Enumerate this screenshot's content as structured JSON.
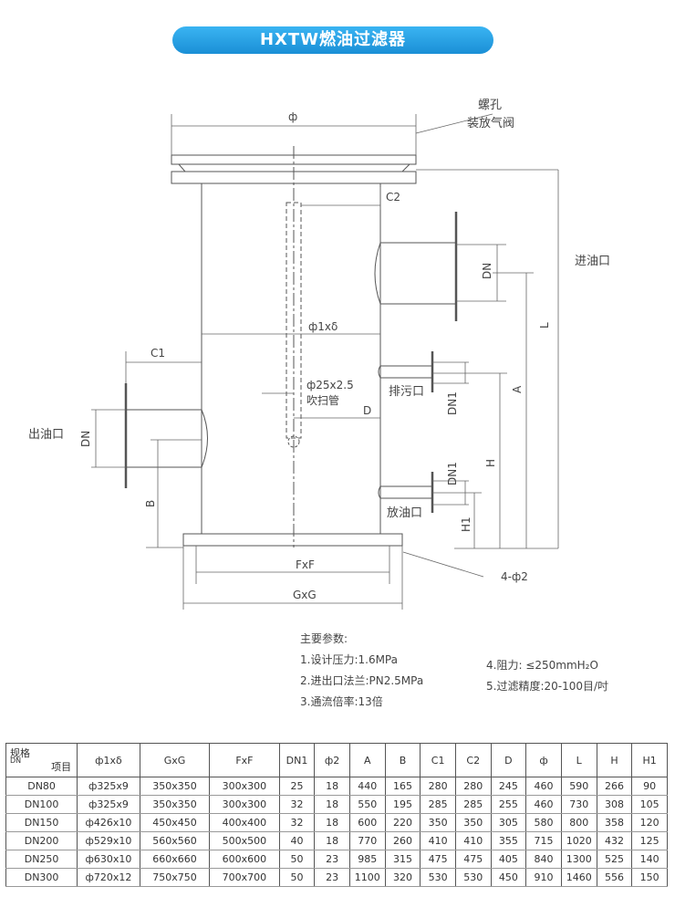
{
  "title": "HXTW燃油过滤器",
  "drawing_labels": {
    "phi": "ф",
    "screw_hole": "螺孔",
    "vent_valve": "装放气阀",
    "c2": "C2",
    "inlet": "进油口",
    "dn": "DN",
    "l": "L",
    "phi1_x_delta": "ф1xδ",
    "c1": "C1",
    "a": "A",
    "blow_pipe_size": "ф25x2.5",
    "blow_pipe": "吹扫管",
    "drain": "排污口",
    "dn1": "DN1",
    "outlet": "出油口",
    "d": "D",
    "h": "H",
    "b": "B",
    "oil_drain": "放油口",
    "h1": "H1",
    "bolt_holes": "4-ф2",
    "fxf": "FxF",
    "gxg": "GxG"
  },
  "params": {
    "heading": "主要参数:",
    "items_left": [
      "1.设计压力:1.6MPa",
      "2.进出口法兰:PN2.5MPa",
      "3.通流倍率:13倍"
    ],
    "items_right": [
      "4.阻力: ≤250mmH₂O",
      "5.过滤精度:20-100目/吋"
    ]
  },
  "table": {
    "corner": {
      "top": "规格",
      "sub": "DN",
      "bottom": "项目"
    },
    "headers": [
      "ф1xδ",
      "GxG",
      "FxF",
      "DN1",
      "ф2",
      "A",
      "B",
      "C1",
      "C2",
      "D",
      "ф",
      "L",
      "H",
      "H1"
    ],
    "rows": [
      [
        "DN80",
        "ф325x9",
        "350x350",
        "300x300",
        "25",
        "18",
        "440",
        "165",
        "280",
        "280",
        "245",
        "460",
        "590",
        "266",
        "90"
      ],
      [
        "DN100",
        "ф325x9",
        "350x350",
        "300x300",
        "32",
        "18",
        "550",
        "195",
        "285",
        "285",
        "255",
        "460",
        "730",
        "308",
        "105"
      ],
      [
        "DN150",
        "ф426x10",
        "450x450",
        "400x400",
        "32",
        "18",
        "600",
        "220",
        "350",
        "350",
        "305",
        "580",
        "800",
        "358",
        "120"
      ],
      [
        "DN200",
        "ф529x10",
        "560x560",
        "500x500",
        "40",
        "18",
        "770",
        "260",
        "410",
        "410",
        "355",
        "715",
        "1020",
        "432",
        "125"
      ],
      [
        "DN250",
        "ф630x10",
        "660x660",
        "600x600",
        "50",
        "23",
        "985",
        "315",
        "475",
        "475",
        "405",
        "840",
        "1300",
        "525",
        "140"
      ],
      [
        "DN300",
        "ф720x12",
        "750x750",
        "700x700",
        "50",
        "23",
        "1100",
        "320",
        "530",
        "530",
        "450",
        "910",
        "1460",
        "556",
        "150"
      ]
    ]
  }
}
